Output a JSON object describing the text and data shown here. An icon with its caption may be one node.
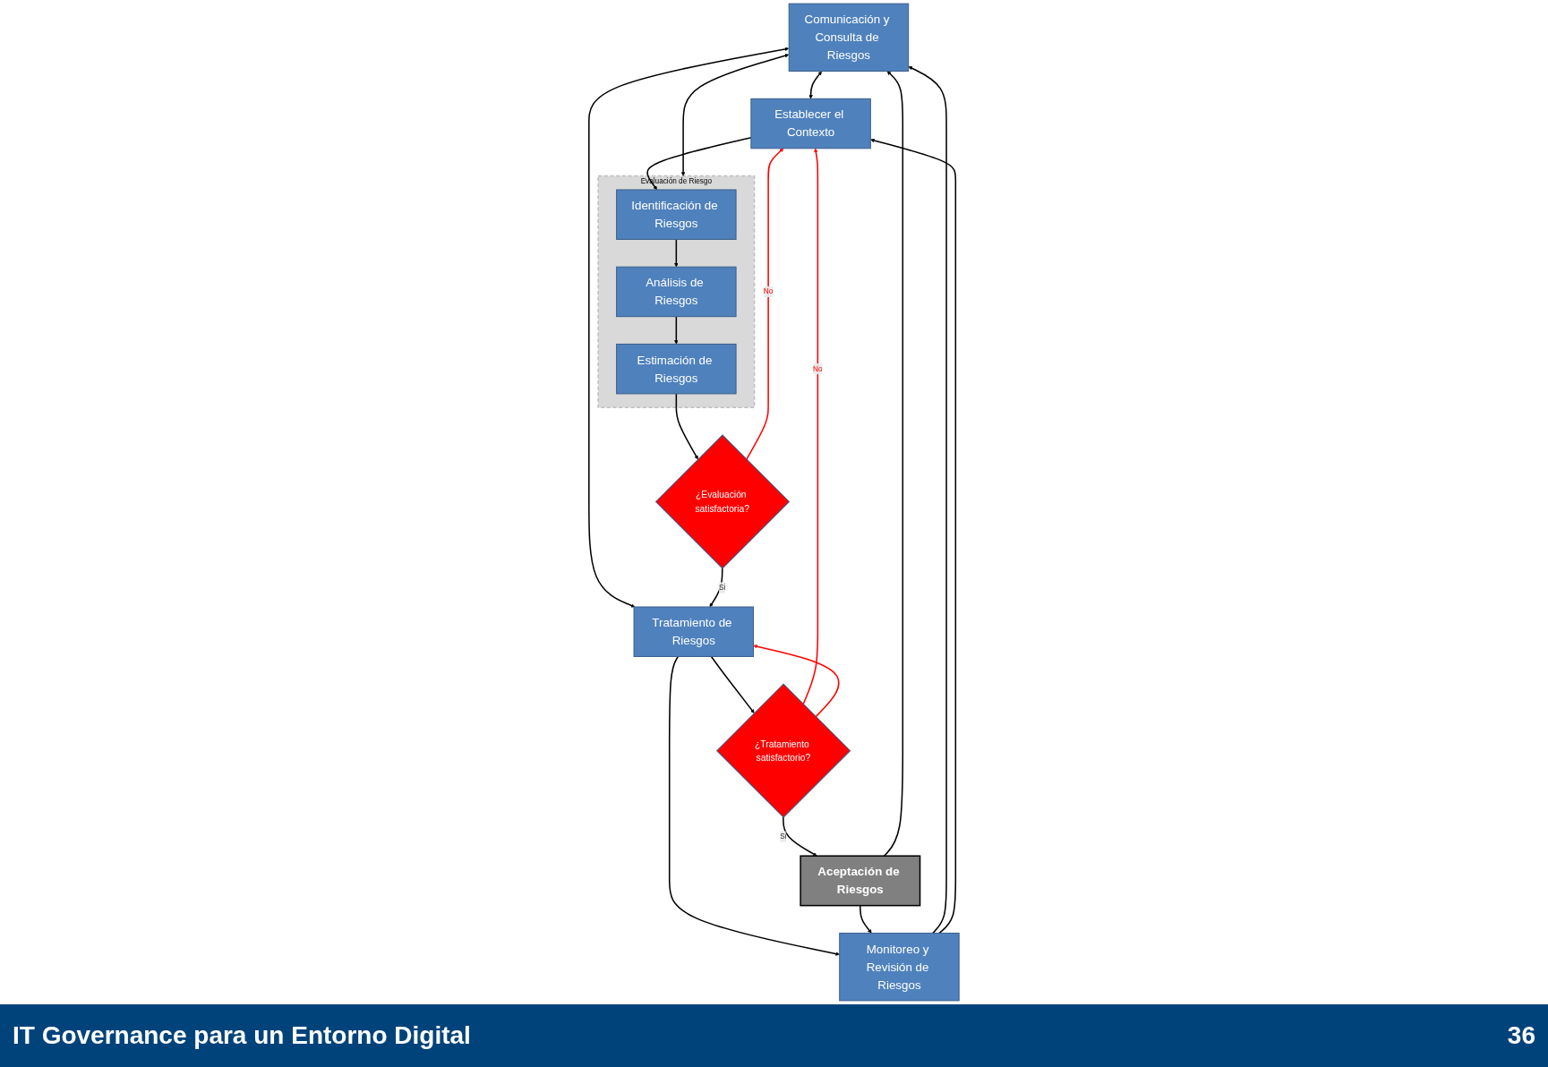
{
  "diagram": {
    "nodes": [
      {
        "text": [
          "Comunicación y Consulta de Riesgos"
        ]
      },
      {
        "text": [
          "Establecer el Contexto"
        ]
      },
      {
        "text": [
          "Evaluación de Riesgo"
        ]
      },
      {
        "text": [
          "Identificación de Riesgos"
        ],
        "in": 2
      },
      {
        "text": [
          "Análisis de Riesgos"
        ],
        "in": 2
      },
      {
        "text": [
          "Estimación de Riesgos"
        ],
        "in": 2
      },
      {
        "text": [
          "¿Evaluación satisfactoria?"
        ]
      },
      {
        "text": [
          "Tratamiento de Riesgos"
        ]
      },
      {
        "text": [
          "¿Tratamiento satisfactorio?"
        ]
      },
      {
        "text": [
          "Aceptación de Riesgos"
        ]
      },
      {
        "text": [
          "Monitoreo y Revisión de Riesgos"
        ]
      }
    ],
    "edges": [
      {
        "from": 0,
        "to": 1,
        "arrow": "both"
      },
      {
        "from": 0,
        "to": 2,
        "arrow": "both"
      },
      {
        "from": 0,
        "to": 7,
        "arrow": "both"
      },
      {
        "from": 1,
        "to": 3,
        "arrow": "to"
      },
      {
        "from": 3,
        "to": 4,
        "arrow": "to"
      },
      {
        "from": 4,
        "to": 5,
        "arrow": "to"
      },
      {
        "from": 5,
        "to": 6,
        "arrow": "to"
      },
      {
        "from": 6,
        "to": 7,
        "arrow": "to",
        "label": "Si"
      },
      {
        "from": 6,
        "to": 1,
        "arrow": "to",
        "label": "No",
        "color": "#ff0000"
      },
      {
        "from": 7,
        "to": 8,
        "arrow": "to"
      },
      {
        "from": 8,
        "to": 9,
        "arrow": "to",
        "label": "Si"
      },
      {
        "from": 8,
        "to": 1,
        "arrow": "to",
        "label": "No",
        "color": "#ff0000"
      },
      {
        "from": 8,
        "to": 7,
        "arrow": "to",
        "color": "#ff0000"
      },
      {
        "from": 7,
        "to": 10,
        "arrow": "to"
      },
      {
        "from": 9,
        "to": 10,
        "arrow": "to"
      },
      {
        "from": 9,
        "to": 0,
        "arrow": "to"
      },
      {
        "from": 10,
        "to": 0,
        "arrow": "to"
      },
      {
        "from": 10,
        "to": 1,
        "arrow": "to"
      }
    ],
    "labels": [
      "IT Governance para un Entorno Digital",
      "36"
    ]
  }
}
